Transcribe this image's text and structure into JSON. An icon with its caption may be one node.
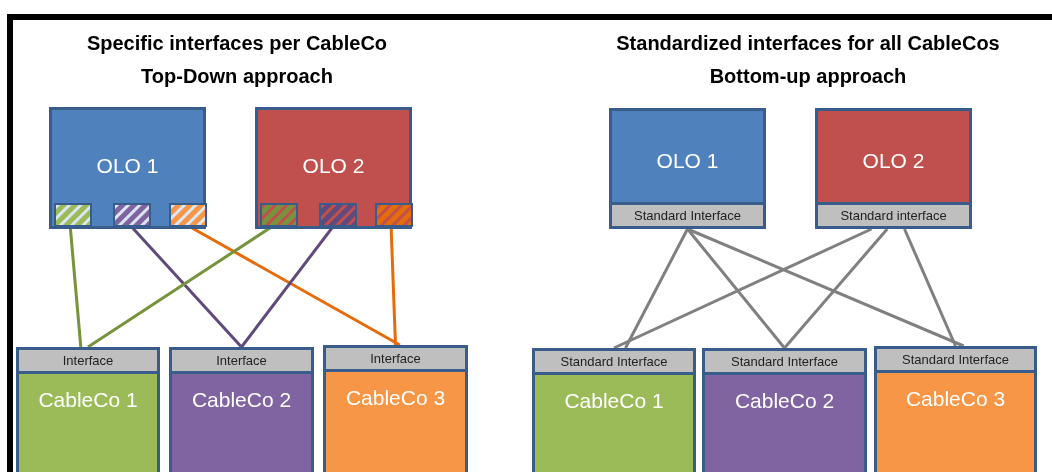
{
  "diagram": {
    "nodes": [
      {
        "text": [
          "OLO 1"
        ]
      },
      {
        "text": [],
        "shape": "box",
        "in": 0
      },
      {
        "text": [],
        "shape": "box",
        "in": 0
      },
      {
        "text": [],
        "shape": "box",
        "in": 0
      },
      {
        "text": [
          "OLO 2"
        ]
      },
      {
        "text": [],
        "shape": "box",
        "in": 4
      },
      {
        "text": [],
        "shape": "box",
        "in": 4
      },
      {
        "text": [],
        "shape": "box",
        "in": 4
      },
      {
        "text": [
          "Interface",
          "CableCo 1"
        ]
      },
      {
        "text": [
          "Interface",
          "CableCo 2"
        ]
      },
      {
        "text": [
          "Interface",
          "CableCo 3"
        ]
      },
      {
        "text": [
          "OLO 1",
          "Standard Interface"
        ]
      },
      {
        "text": [
          "OLO 2",
          "Standard interface"
        ]
      },
      {
        "text": [
          "Standard Interface",
          "CableCo 1"
        ]
      },
      {
        "text": [
          "Standard Interface",
          "CableCo 2"
        ]
      },
      {
        "text": [
          "Standard Interface",
          "CableCo 3"
        ]
      }
    ],
    "edges": [
      {
        "from": 1,
        "to": 8,
        "arrow": "none",
        "color": "#77933c"
      },
      {
        "from": 2,
        "to": 9,
        "arrow": "none",
        "color": "#604a7b"
      },
      {
        "from": 3,
        "to": 10,
        "arrow": "none",
        "color": "#e46c0a"
      },
      {
        "from": 5,
        "to": 8,
        "arrow": "none",
        "color": "#77933c"
      },
      {
        "from": 6,
        "to": 9,
        "arrow": "none",
        "color": "#604a7b"
      },
      {
        "from": 7,
        "to": 10,
        "arrow": "none",
        "color": "#e46c0a"
      },
      {
        "from": 11,
        "to": 13,
        "arrow": "none"
      },
      {
        "from": 11,
        "to": 14,
        "arrow": "none"
      },
      {
        "from": 11,
        "to": 15,
        "arrow": "none"
      },
      {
        "from": 12,
        "to": 13,
        "arrow": "none"
      },
      {
        "from": 12,
        "to": 14,
        "arrow": "none"
      },
      {
        "from": 12,
        "to": 15,
        "arrow": "none"
      }
    ],
    "labels": [
      "Specific interfaces per CableCo",
      "Top-Down approach",
      "Standardized interfaces for all CableCos",
      "Bottom-up approach"
    ]
  }
}
